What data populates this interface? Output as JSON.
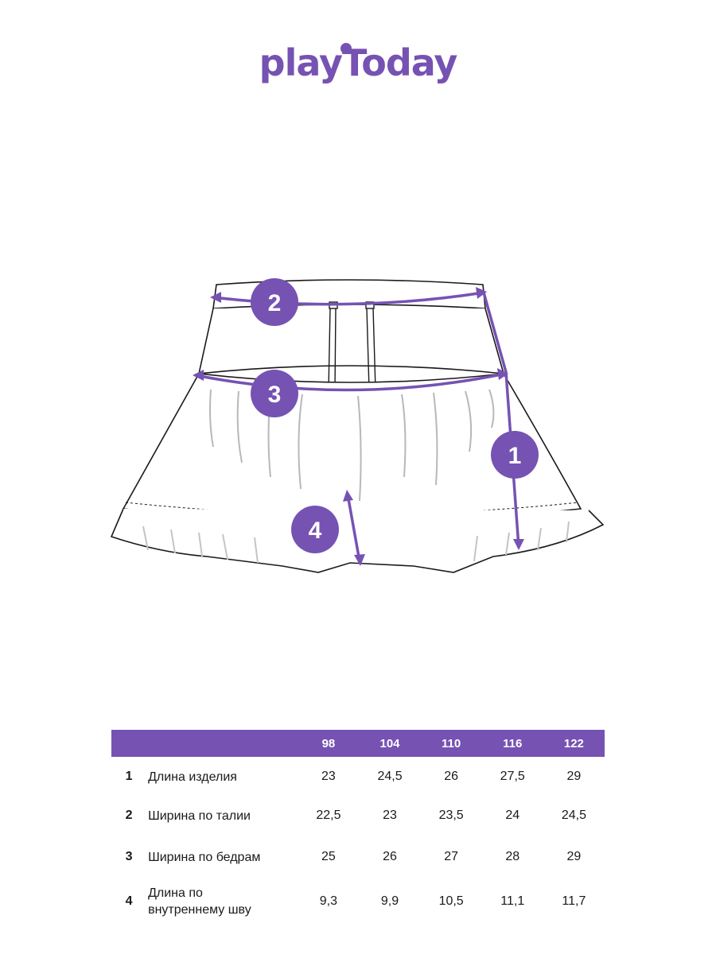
{
  "brand": {
    "logo_text": "playToday",
    "color": "#7652b3"
  },
  "diagram": {
    "markers": [
      "2",
      "3",
      "1",
      "4"
    ]
  },
  "table": {
    "sizes": [
      "98",
      "104",
      "110",
      "116",
      "122"
    ],
    "rows": [
      {
        "num": "1",
        "label": "Длина изделия",
        "values": [
          "23",
          "24,5",
          "26",
          "27,5",
          "29"
        ]
      },
      {
        "num": "2",
        "label": "Ширина по талии",
        "values": [
          "22,5",
          "23",
          "23,5",
          "24",
          "24,5"
        ]
      },
      {
        "num": "3",
        "label": "Ширина по бедрам",
        "values": [
          "25",
          "26",
          "27",
          "28",
          "29"
        ]
      },
      {
        "num": "4",
        "label": "Длина по внутреннему шву",
        "values": [
          "9,3",
          "9,9",
          "10,5",
          "11,1",
          "11,7"
        ]
      }
    ]
  }
}
